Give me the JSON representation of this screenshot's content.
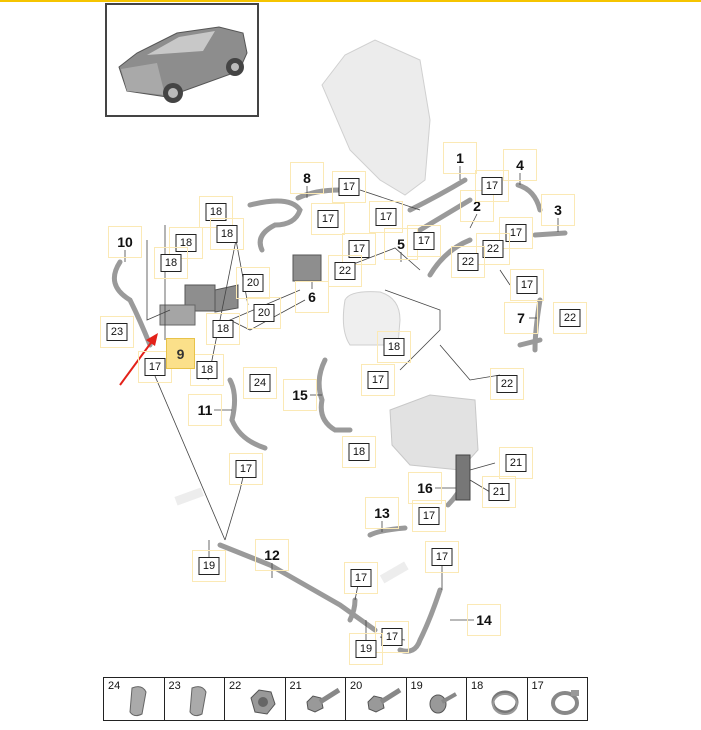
{
  "diagram": {
    "overview_image": "car-thumbnail",
    "selected_part": "9",
    "arrow_color": "#e32119",
    "highlight_color": "#fbe08a",
    "part_numbers": [
      "1",
      "2",
      "3",
      "4",
      "5",
      "6",
      "7",
      "8",
      "10",
      "11",
      "12",
      "13",
      "14",
      "15",
      "16"
    ],
    "fastener_callouts": [
      "17",
      "17",
      "17",
      "17",
      "17",
      "17",
      "17",
      "17",
      "17",
      "17",
      "17",
      "17",
      "17",
      "17",
      "17",
      "18",
      "18",
      "18",
      "18",
      "18",
      "18",
      "18",
      "18",
      "19",
      "19",
      "20",
      "20",
      "21",
      "21",
      "22",
      "22",
      "22",
      "22",
      "22",
      "23",
      "24"
    ]
  },
  "parts_legend": [
    {
      "number": "24",
      "icon": "clip-icon"
    },
    {
      "number": "23",
      "icon": "clip-icon"
    },
    {
      "number": "22",
      "icon": "nut-icon"
    },
    {
      "number": "21",
      "icon": "bolt-icon"
    },
    {
      "number": "20",
      "icon": "bolt-icon"
    },
    {
      "number": "19",
      "icon": "screw-icon"
    },
    {
      "number": "18",
      "icon": "hose-clamp-icon"
    },
    {
      "number": "17",
      "icon": "spring-clamp-icon"
    }
  ]
}
